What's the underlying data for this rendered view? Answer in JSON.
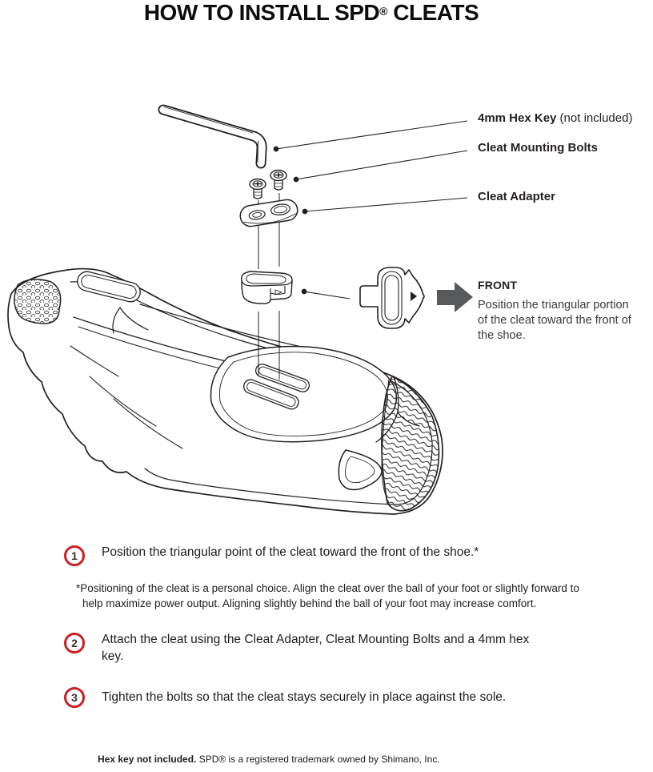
{
  "title": {
    "pre": "HOW TO INSTALL SPD",
    "reg": "®",
    "post": " CLEATS"
  },
  "colors": {
    "accent_red": "#cb1f24",
    "arrow_gray": "#58595b",
    "line_black": "#231f20"
  },
  "diagram": {
    "labels": [
      {
        "bold": "4mm Hex Key",
        "normal": " (not included)"
      },
      {
        "bold": "Cleat Mounting Bolts",
        "normal": ""
      },
      {
        "bold": "Cleat Adapter",
        "normal": ""
      }
    ],
    "parts": [
      "hex-key",
      "cleat-mounting-bolts",
      "cleat-adapter",
      "cleat",
      "cleat-top-view",
      "shoe-sole"
    ],
    "front_callout": {
      "heading": "FRONT",
      "body": "Position the triangular portion of the cleat toward the front of the shoe."
    }
  },
  "steps": [
    {
      "num": "1",
      "text": "Position the triangular point of the cleat toward the front of the shoe.*"
    },
    {
      "num": "2",
      "text": "Attach the cleat using the Cleat Adapter, Cleat Mounting Bolts and a 4mm hex key."
    },
    {
      "num": "3",
      "text": "Tighten the bolts so that the cleat stays securely in place against the sole."
    }
  ],
  "footnote": "*Positioning of the cleat is a personal choice. Align the cleat over the ball of your foot or slightly forward to help maximize power output. Aligning slightly behind the ball of your foot may increase comfort.",
  "footer": {
    "bold": "Hex key not included.",
    "normal": " SPD® is a registered trademark owned by Shimano, Inc."
  }
}
